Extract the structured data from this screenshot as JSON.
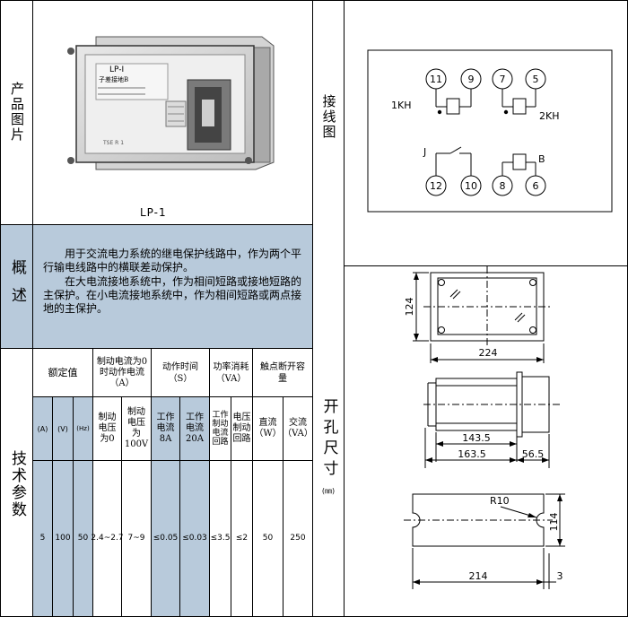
{
  "product": {
    "section_label": "产品图片",
    "model_caption": "LP-1",
    "device_face_title": "LP-I",
    "device_face_subtitle": "子差接地B"
  },
  "overview": {
    "section_label": "概述",
    "paragraph1": "用于交流电力系统的继电保护线路中，作为两个平行输电线路中的横联差动保护。",
    "paragraph2": "在大电流接地系统中，作为相间短路或接地短路的主保护。在小电流接地系统中，作为相间短路或两点接地的主保护。"
  },
  "tech": {
    "section_label": "技术参数",
    "group_headers": {
      "rated": "额定值",
      "brake_current": "制动电流为0时动作电流（A）",
      "action_time": "动作时间（S）",
      "power": "功率消耗（VA）",
      "contact": "触点断开容量"
    },
    "sub_headers": {
      "amp": "(A)",
      "volt": "(V)",
      "hz": "(Hz)",
      "brake_v0": "制动电压为0",
      "brake_v100": "制动电压为100V",
      "time_8a": "工作电流8A",
      "time_20a": "工作电流20A",
      "power_work": "工作制动电流回路",
      "power_brake": "电压制动回路",
      "dc": "直流（W）",
      "ac": "交流（VA）"
    },
    "values": {
      "amp": "5",
      "volt": "100",
      "hz": "50",
      "brake_v0": "2.4~2.7",
      "brake_v100": "7~9",
      "time_8a": "≤0.05",
      "time_20a": "≤0.03",
      "power_work": "≤3.5",
      "power_brake": "≤2",
      "dc": "50",
      "ac": "250"
    }
  },
  "wiring": {
    "section_label": "接线图",
    "terminals_top": [
      "11",
      "9",
      "7",
      "5"
    ],
    "terminals_bottom": [
      "12",
      "10",
      "8",
      "6"
    ],
    "label_1kh": "1KH",
    "label_2kh": "2KH",
    "label_j": "J",
    "label_b": "B"
  },
  "dimensions": {
    "section_label": "开孔尺寸",
    "unit": "(㎜)",
    "front_height": "124",
    "front_width": "224",
    "side_depth1": "143.5",
    "side_depth2": "163.5",
    "side_flange": "56.5",
    "cutout_radius": "R10",
    "cutout_height": "114",
    "cutout_width": "214",
    "cutout_gap": "3"
  }
}
